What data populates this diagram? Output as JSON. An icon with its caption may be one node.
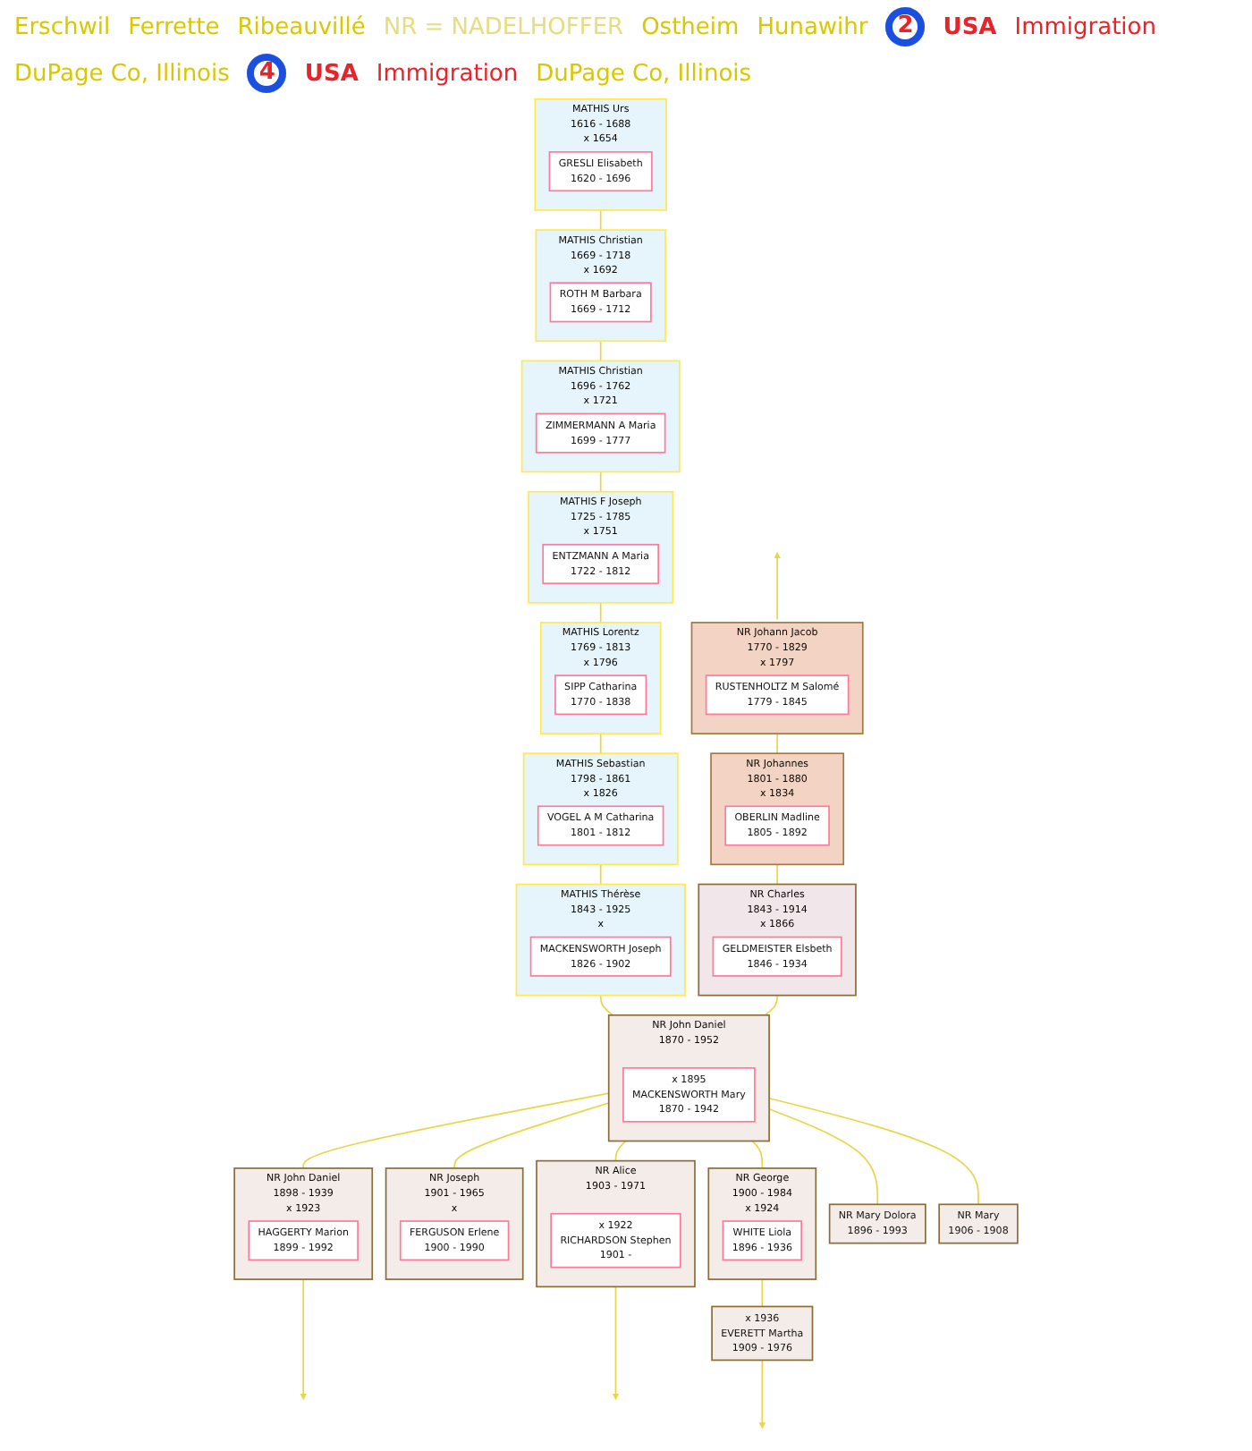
{
  "diagram": {
    "nodes": [
      {
        "text": [
          "MATHIS Urs",
          "1616 - 1688",
          "x 1654"
        ]
      },
      {
        "text": [
          "GRESLI Elisabeth",
          "1620 - 1696"
        ],
        "in": 0
      },
      {
        "text": [
          "MATHIS Christian",
          "1669 - 1718",
          "x 1692"
        ]
      },
      {
        "text": [
          "ROTH M Barbara",
          "1669 - 1712"
        ],
        "in": 2
      },
      {
        "text": [
          "MATHIS Christian",
          "1696 - 1762",
          "x 1721"
        ]
      },
      {
        "text": [
          "ZIMMERMANN A Maria",
          "1699 - 1777"
        ],
        "in": 4
      },
      {
        "text": [
          "MATHIS F Joseph",
          "1725 - 1785",
          "x 1751"
        ]
      },
      {
        "text": [
          "ENTZMANN A Maria",
          "1722 - 1812"
        ],
        "in": 6
      },
      {
        "text": [
          "MATHIS Lorentz",
          "1769 - 1813",
          "x 1796"
        ]
      },
      {
        "text": [
          "SIPP Catharina",
          "1770 - 1838"
        ],
        "in": 8
      },
      {
        "text": [
          "NR Johann Jacob",
          "1770 - 1829",
          "x 1797"
        ]
      },
      {
        "text": [
          "RUSTENHOLTZ M Salomé",
          "1779 - 1845"
        ],
        "in": 10
      },
      {
        "text": [
          "MATHIS Sebastian",
          "1798 - 1861",
          "x 1826"
        ]
      },
      {
        "text": [
          "VOGEL A M Catharina",
          "1801 - 1812"
        ],
        "in": 12
      },
      {
        "text": [
          "NR Johannes",
          "1801 - 1880",
          "x 1834"
        ]
      },
      {
        "text": [
          "OBERLIN Madline",
          "1805 - 1892"
        ],
        "in": 14
      },
      {
        "text": [
          "MATHIS Thérèse",
          "1843 - 1925",
          "x"
        ]
      },
      {
        "text": [
          "MACKENSWORTH Joseph",
          "1826 - 1902"
        ],
        "in": 16
      },
      {
        "text": [
          "NR Charles",
          "1843 - 1914",
          "x 1866"
        ]
      },
      {
        "text": [
          "GELDMEISTER Elsbeth",
          "1846 - 1934"
        ],
        "in": 18
      },
      {
        "text": [
          "NR John Daniel",
          "1870 - 1952"
        ]
      },
      {
        "text": [
          "x 1895",
          "MACKENSWORTH Mary",
          "1870 - 1942"
        ],
        "in": 20
      },
      {
        "text": [
          "NR Mary Dolora",
          "1896 - 1993"
        ]
      },
      {
        "text": [
          "NR John Daniel",
          "1898 - 1939",
          "x 1923"
        ]
      },
      {
        "text": [
          "HAGGERTY Marion",
          "1899 - 1992"
        ],
        "in": 23
      },
      {
        "text": [
          "NR George",
          "1900 - 1984",
          "x 1924"
        ]
      },
      {
        "text": [
          "WHITE Liola",
          "1896 - 1936"
        ],
        "in": 25
      },
      {
        "text": [
          "x 1936",
          "EVERETT Martha",
          "1909 - 1976"
        ]
      },
      {
        "text": [
          "NR Joseph",
          "1901 - 1965",
          "x"
        ]
      },
      {
        "text": [
          "FERGUSON Erlene",
          "1900 - 1990"
        ],
        "in": 28
      },
      {
        "text": [
          "NR Alice",
          "1903 - 1971"
        ]
      },
      {
        "text": [
          "x 1922",
          "RICHARDSON Stephen",
          "1901 -"
        ],
        "in": 30
      },
      {
        "text": [
          "NR Mary",
          "1906 - 1908"
        ]
      }
    ],
    "edges": [
      {
        "from": 0,
        "to": 2,
        "arrow": "none"
      },
      {
        "from": 2,
        "to": 4,
        "arrow": "none"
      },
      {
        "from": 4,
        "to": 6,
        "arrow": "none"
      },
      {
        "from": 6,
        "to": 8,
        "arrow": "none"
      },
      {
        "from": 10,
        "to": null,
        "arrow": "to"
      },
      {
        "from": 8,
        "to": 12,
        "arrow": "none"
      },
      {
        "from": 10,
        "to": 14,
        "arrow": "none"
      },
      {
        "from": 12,
        "to": 16,
        "arrow": "none"
      },
      {
        "from": 14,
        "to": 18,
        "arrow": "none"
      },
      {
        "from": 16,
        "to": 20,
        "arrow": "none"
      },
      {
        "from": 18,
        "to": 20,
        "arrow": "none"
      },
      {
        "from": 20,
        "to": 22,
        "arrow": "none"
      },
      {
        "from": 20,
        "to": 23,
        "arrow": "none"
      },
      {
        "from": 20,
        "to": 25,
        "arrow": "none"
      },
      {
        "from": 25,
        "to": 27,
        "arrow": "none"
      },
      {
        "from": 20,
        "to": 28,
        "arrow": "none"
      },
      {
        "from": 20,
        "to": 30,
        "arrow": "none"
      },
      {
        "from": 20,
        "to": 32,
        "arrow": "none"
      },
      {
        "from": 23,
        "to": null,
        "arrow": "to"
      },
      {
        "from": 27,
        "to": null,
        "arrow": "to"
      },
      {
        "from": 30,
        "to": null,
        "arrow": "to"
      }
    ],
    "labels": [
      "Erschwil",
      "Ferrette",
      "Ribeauvillé",
      "NR = NADELHOFFER",
      "Ostheim",
      "Hunawihr",
      "2",
      "USA",
      "Immigration",
      "DuPage Co, Illinois",
      "4",
      "USA",
      "Immigration",
      "DuPage Co, Illinois"
    ]
  }
}
